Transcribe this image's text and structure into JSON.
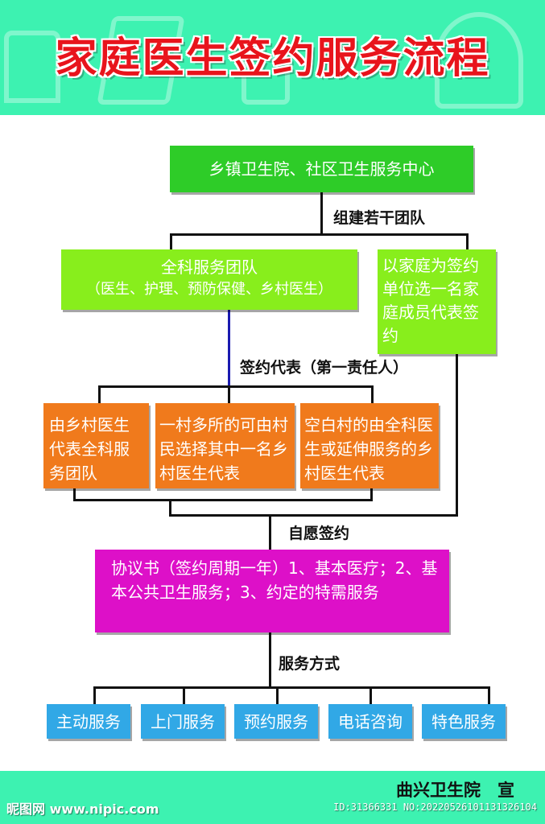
{
  "title": "家庭医生签约服务流程",
  "nodes": {
    "center": "乡镇卫生院、社区卫生服务中心",
    "gp_team_line1": "全科服务团队",
    "gp_team_line2": "（医生、护理、预防保健、乡村医生）",
    "family_rep": "以家庭为签约单位选一名家庭成员代表签约",
    "rep_a": "由乡村医生代表全科服务团队",
    "rep_b": "一村多所的可由村民选择其中一名乡村医生代表",
    "rep_c": "空白村的由全科医生或延伸服务的乡村医生代表",
    "agreement": "协议书（签约周期一年）1、基本医疗；2、基本公共卫生服务；3、约定的特需服务"
  },
  "edge_labels": {
    "build_teams": "组建若干团队",
    "sign_rep": "签约代表（第一责任人）",
    "voluntary": "自愿签约",
    "service_mode": "服务方式"
  },
  "services": [
    "主动服务",
    "上门服务",
    "预约服务",
    "电话咨询",
    "特色服务"
  ],
  "footer": {
    "publisher": "曲兴卫生院　宣",
    "watermark": "昵图网 www.nipic.com",
    "id": "ID:31366331 NO:20220526101131326104"
  },
  "colors": {
    "header_bg": "#3df2b1",
    "title": "#e8141c",
    "center_box": "#2ecc28",
    "team_box": "#88ee1c",
    "rep_box": "#f07a1c",
    "agreement_box": "#dd10c8",
    "service_box": "#31a8e6"
  }
}
